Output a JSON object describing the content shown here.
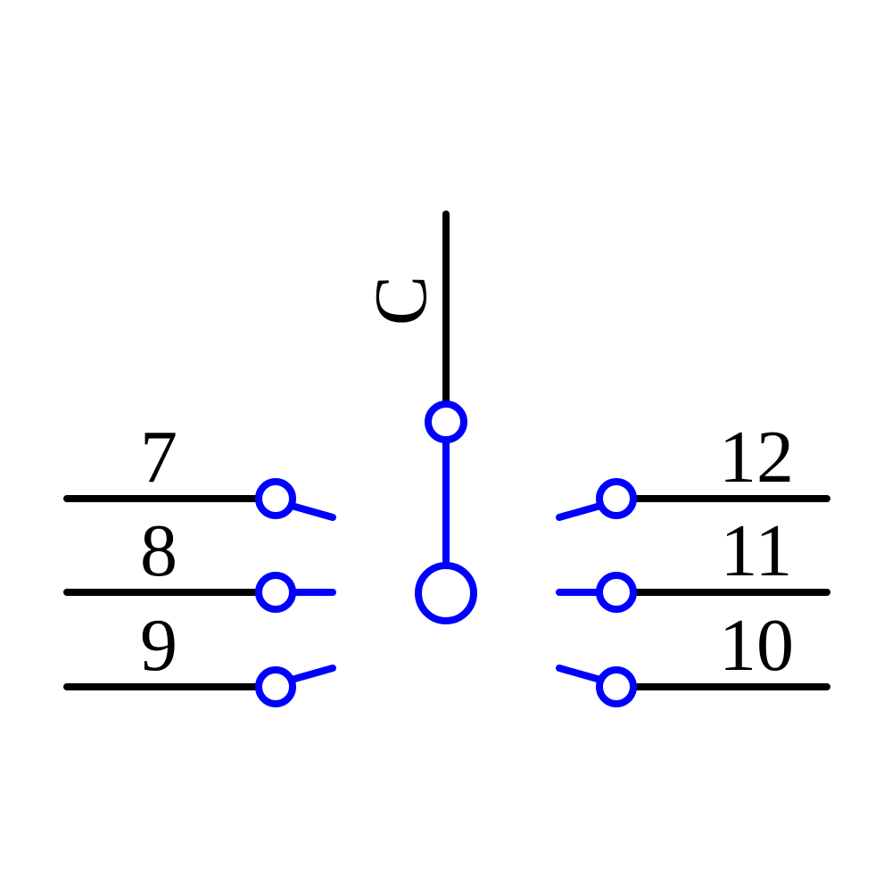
{
  "colors": {
    "wire": "#000000",
    "switch": "#0000ff",
    "background": "#ffffff"
  },
  "common_label": "C",
  "left_terminals": [
    {
      "label": "7"
    },
    {
      "label": "8"
    },
    {
      "label": "9"
    }
  ],
  "right_terminals": [
    {
      "label": "12"
    },
    {
      "label": "11"
    },
    {
      "label": "10"
    }
  ]
}
